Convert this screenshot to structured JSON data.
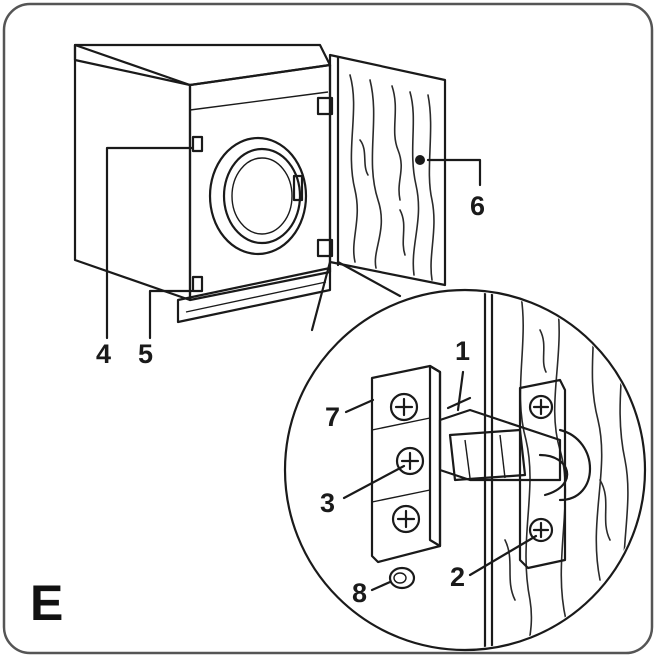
{
  "figure_letter": "E",
  "labels": {
    "l1": "1",
    "l2": "2",
    "l3": "3",
    "l4": "4",
    "l5": "5",
    "l6": "6",
    "l7": "7",
    "l8": "8"
  },
  "colors": {
    "line": "#1a1a1a",
    "panel_fill": "#ffffff",
    "shade": "#d9d9d9",
    "frame_border": "#555555"
  }
}
